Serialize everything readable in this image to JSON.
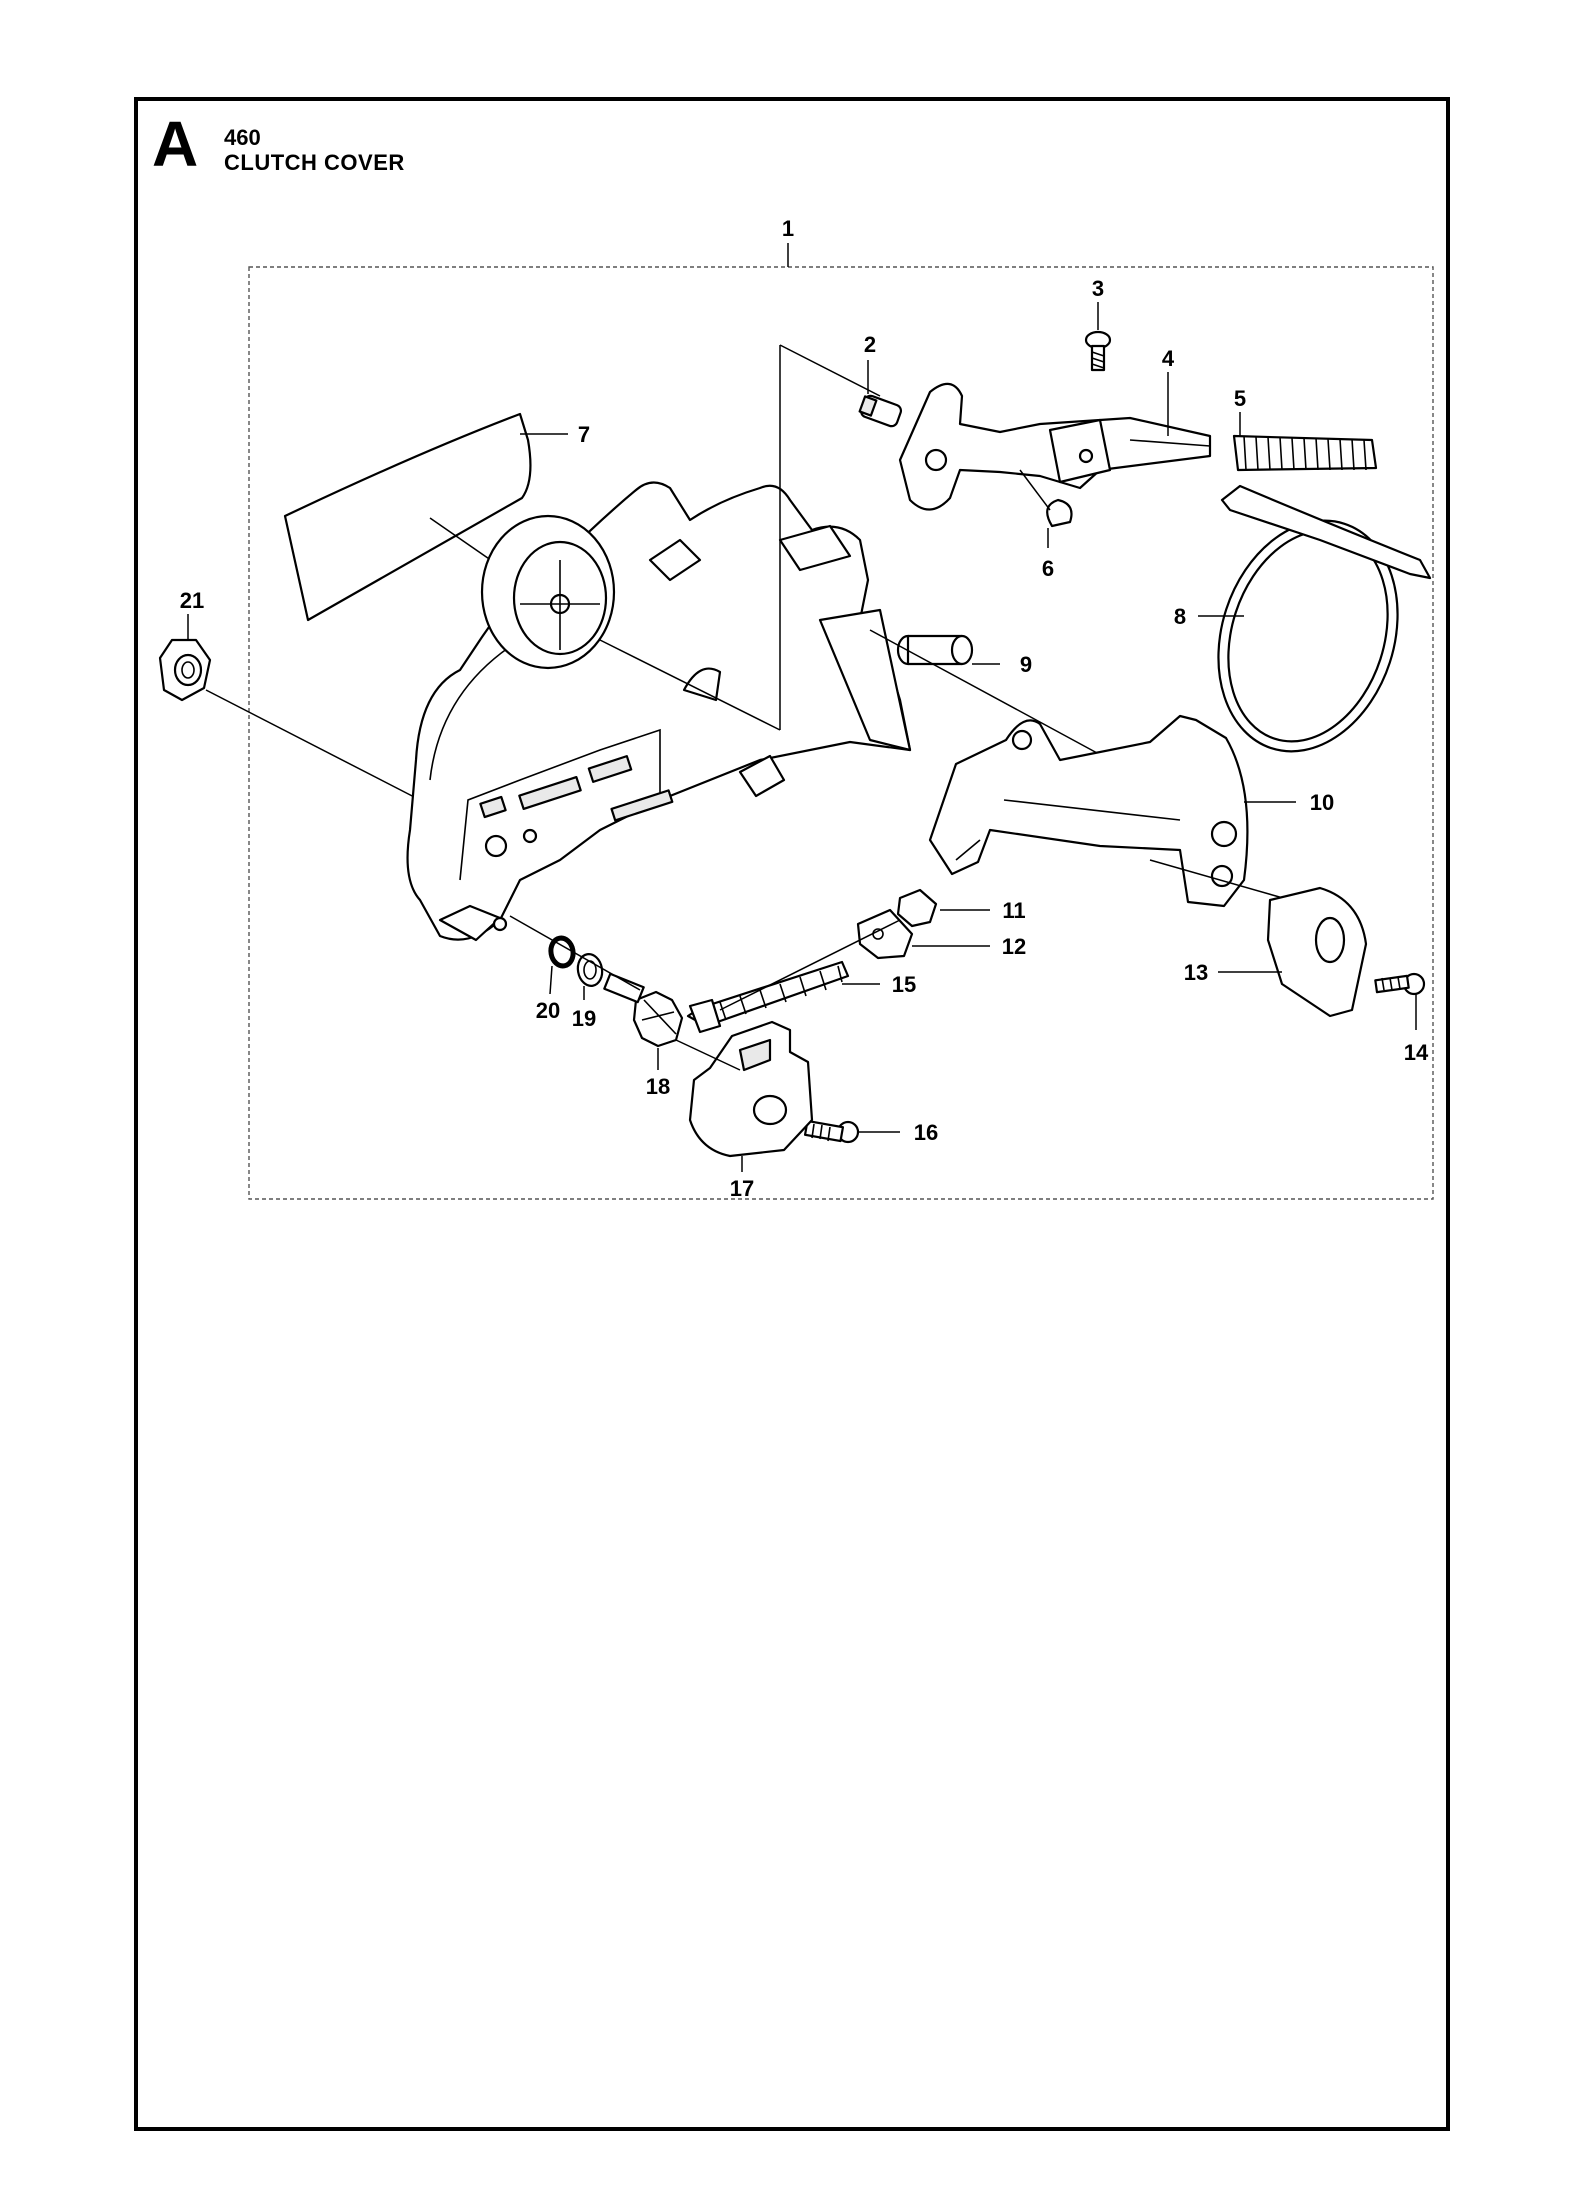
{
  "header": {
    "section_letter": "A",
    "model": "460",
    "title": "CLUTCH COVER"
  },
  "callouts": {
    "c1": "1",
    "c2": "2",
    "c3": "3",
    "c4": "4",
    "c5": "5",
    "c6": "6",
    "c7": "7",
    "c8": "8",
    "c9": "9",
    "c10": "10",
    "c11": "11",
    "c12": "12",
    "c13": "13",
    "c14": "14",
    "c15": "15",
    "c16": "16",
    "c17": "17",
    "c18": "18",
    "c19": "19",
    "c20": "20",
    "c21": "21"
  }
}
